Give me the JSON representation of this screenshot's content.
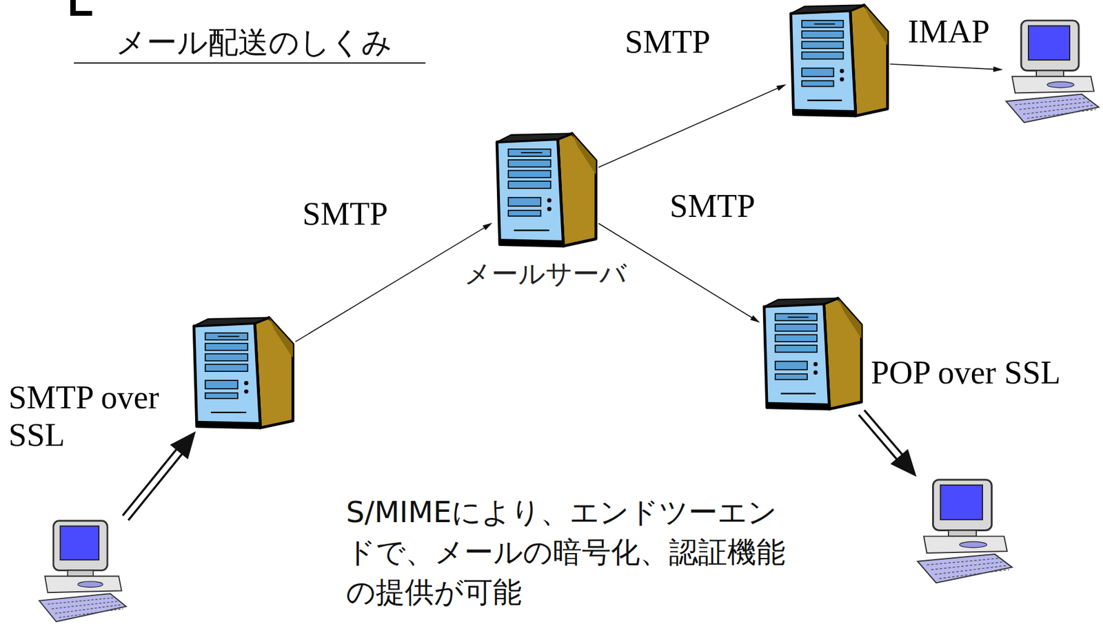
{
  "diagram": {
    "title": "メール配送のしくみ",
    "nodes": [
      {
        "text": []
      },
      {
        "text": []
      },
      {
        "text": [
          "メールサーバ"
        ]
      },
      {
        "text": []
      },
      {
        "text": []
      },
      {
        "text": []
      },
      {
        "text": []
      }
    ],
    "edges": [
      {
        "from": 0,
        "to": 1,
        "arrow": "to",
        "label": "SMTP over SSL"
      },
      {
        "from": 1,
        "to": 2,
        "arrow": "to",
        "label": "SMTP"
      },
      {
        "from": 2,
        "to": 3,
        "arrow": "to",
        "label": "SMTP"
      },
      {
        "from": 3,
        "to": 4,
        "arrow": "to",
        "label": "IMAP"
      },
      {
        "from": 2,
        "to": 5,
        "arrow": "to",
        "label": "SMTP"
      },
      {
        "from": 5,
        "to": 6,
        "arrow": "to",
        "label": "POP over SSL"
      }
    ],
    "labels": [
      "S/MIMEにより、エンドツーエンドで、メールの暗号化、認証機能の提供が可能"
    ]
  }
}
